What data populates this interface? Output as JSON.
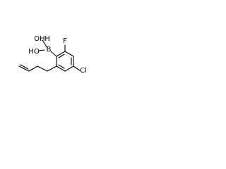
{
  "molecule": {
    "labels": {
      "boron": "B",
      "hydroxyl_top": "OH",
      "hydroxyl_top_prefix": "H",
      "hydroxyl_bottom": "HO",
      "fluorine": "F",
      "chlorine": "Cl"
    }
  }
}
